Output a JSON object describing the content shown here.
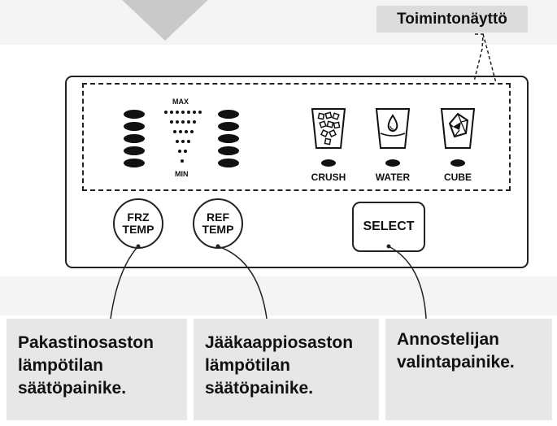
{
  "display_label": "Toimintonäyttö",
  "level": {
    "max_label": "MAX",
    "min_label": "MIN"
  },
  "modes": [
    {
      "label": "CRUSH",
      "icon": "crushed-ice-icon"
    },
    {
      "label": "WATER",
      "icon": "water-drop-icon"
    },
    {
      "label": "CUBE",
      "icon": "ice-cube-icon"
    }
  ],
  "buttons": {
    "frz": {
      "line1": "FRZ",
      "line2": "TEMP"
    },
    "ref": {
      "line1": "REF",
      "line2": "TEMP"
    },
    "select": "SELECT"
  },
  "captions": [
    {
      "line1": "Pakastinosaston",
      "line2": "lämpötilan",
      "line3": "säätöpainike."
    },
    {
      "line1": "Jääkaappiosaston",
      "line2": "lämpötilan",
      "line3": "säätöpainike."
    },
    {
      "line1": "Annostelijan",
      "line2": "valintapainike."
    }
  ],
  "colors": {
    "label_bg": "#dcdcdc",
    "caption_bg": "#e7e7e7",
    "arrow": "#c9c9c9"
  }
}
